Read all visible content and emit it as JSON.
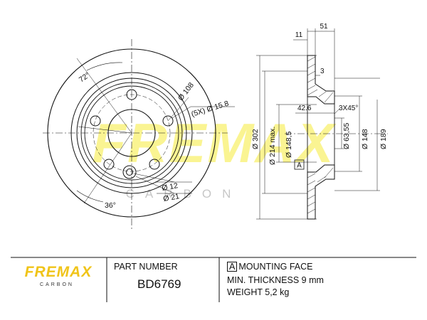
{
  "front_view": {
    "angle_top": "72°",
    "angle_bottom": "36°",
    "pcd": "Ø 108",
    "bolt_holes": "(5X) Ø 15.8",
    "small_hole_12": "Ø 12",
    "small_hole_21": "Ø 21"
  },
  "side_view": {
    "width_11": "11",
    "width_51": "51",
    "dim_3": "3",
    "dim_42_6": "42.6",
    "chamfer": "3X45°",
    "dia_302": "Ø 302",
    "dia_214": "Ø 214 max.",
    "dia_148_5": "Ø 148,5",
    "dia_63_55": "Ø 63,55",
    "dia_148": "Ø 148",
    "dia_189": "Ø 189",
    "datum": "A"
  },
  "watermark": {
    "main": "FREMAX",
    "sub": "CARBON"
  },
  "logo": {
    "main": "FREMAX",
    "sub": "CARBON"
  },
  "title_block": {
    "part_number_label": "PART NUMBER",
    "part_number": "BD6769",
    "mounting_box": "A",
    "mounting_face": "MOUNTING FACE",
    "min_thickness": "MIN. THICKNESS 9 mm",
    "weight": "WEIGHT 5,2 kg"
  }
}
